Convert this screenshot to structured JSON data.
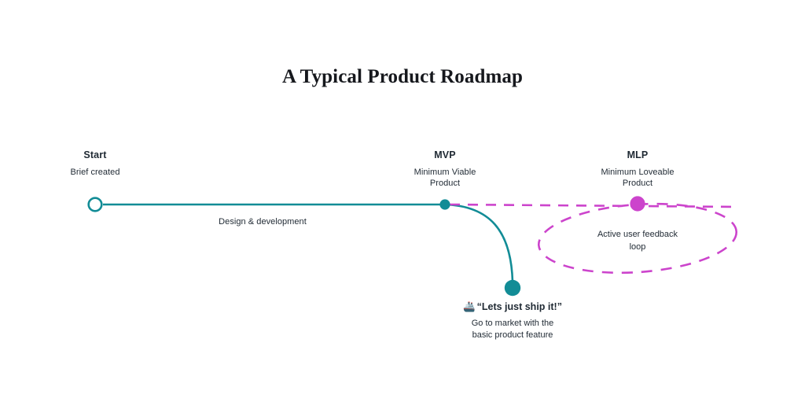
{
  "title": "A Typical Product Roadmap",
  "colors": {
    "teal": "#128c96",
    "magenta": "#cc44cc",
    "text": "#1f2933",
    "background": "#ffffff"
  },
  "milestones": [
    {
      "id": "start",
      "title": "Start",
      "subtitle": "Brief created",
      "marker": "hollow-circle",
      "color": "#128c96"
    },
    {
      "id": "mvp",
      "title": "MVP",
      "subtitle_line1": "Minimum Viable",
      "subtitle_line2": "Product",
      "marker": "filled-circle",
      "color": "#128c96"
    },
    {
      "id": "mlp",
      "title": "MLP",
      "subtitle_line1": "Minimum Loveable",
      "subtitle_line2": "Product",
      "marker": "filled-circle",
      "color": "#cc44cc"
    }
  ],
  "edges": {
    "design_development": "Design & development",
    "feedback_loop_line1": "Active user feedback",
    "feedback_loop_line2": "loop"
  },
  "ship_node": {
    "emoji": "🚢",
    "emoji_name": "ship-emoji",
    "headline": "“Lets just ship it!”",
    "sub_line1": "Go to market with the",
    "sub_line2": "basic product feature",
    "marker": "filled-circle",
    "color": "#128c96"
  }
}
